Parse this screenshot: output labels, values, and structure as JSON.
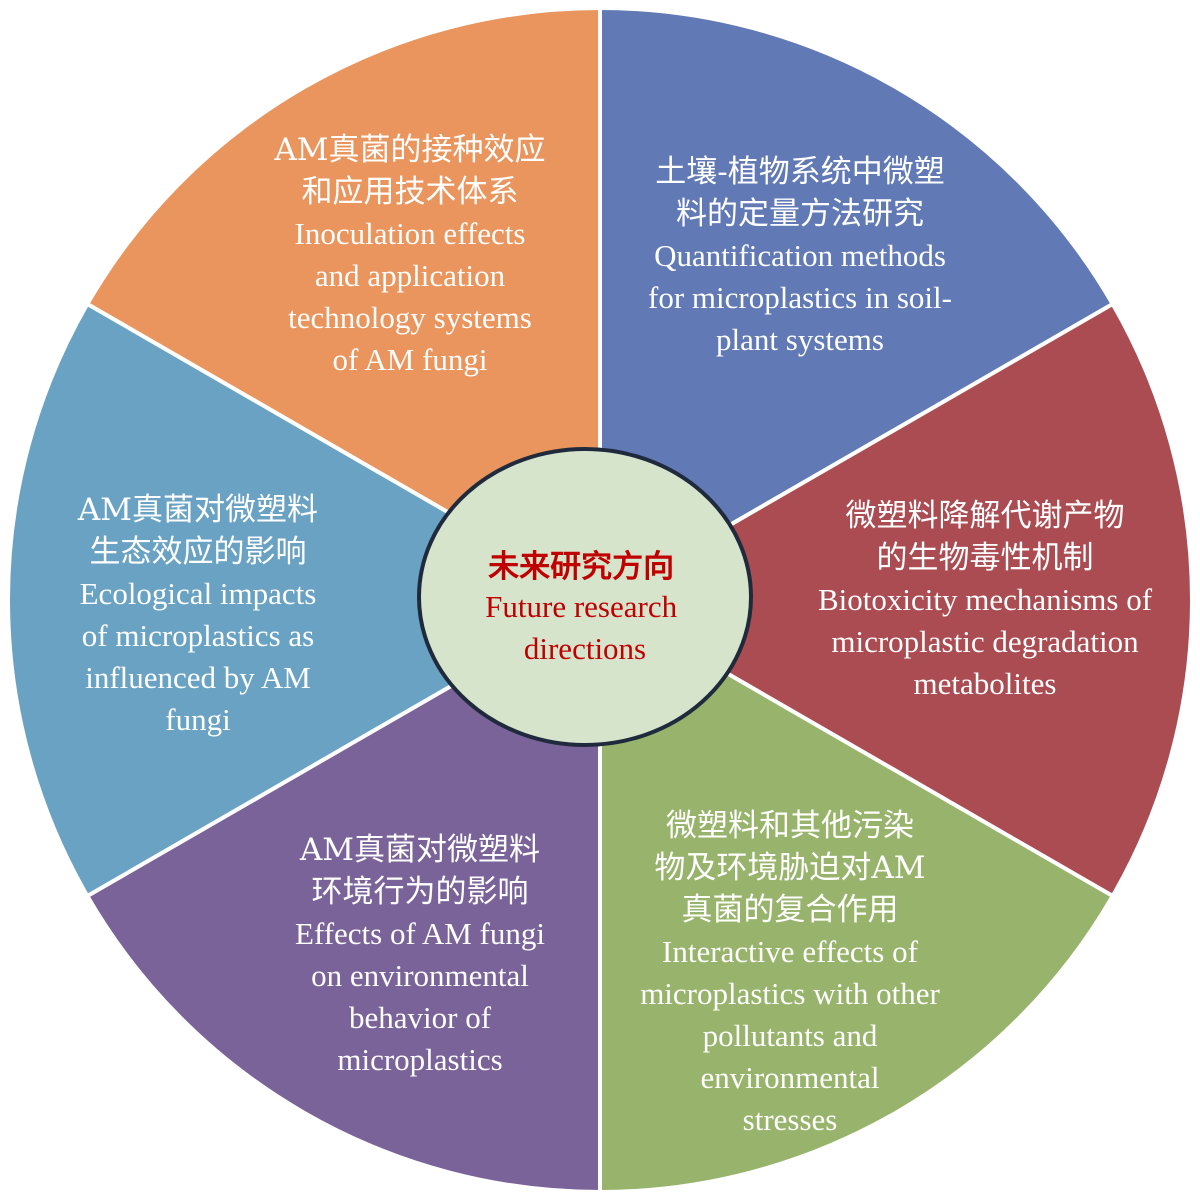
{
  "center": {
    "lines": [
      "未来研究方向",
      "Future research",
      "directions"
    ],
    "fill": "#d7e4cc",
    "border": "#1f2b3d",
    "text_color": "#c00000"
  },
  "segments": [
    {
      "id": "inoculation",
      "color": "#e9955d",
      "lines": [
        "AM真菌的接种效应",
        "和应用技术体系",
        "Inoculation effects",
        "and application",
        "technology systems",
        "of AM fungi"
      ]
    },
    {
      "id": "quantification",
      "color": "#6179b4",
      "lines": [
        "土壤-植物系统中微塑",
        "料的定量方法研究",
        "Quantification methods",
        "for microplastics in soil-",
        "plant systems"
      ]
    },
    {
      "id": "biotoxicity",
      "color": "#aa4c52",
      "lines": [
        "微塑料降解代谢产物",
        "的生物毒性机制",
        "Biotoxicity mechanisms of",
        "microplastic degradation",
        "metabolites"
      ]
    },
    {
      "id": "interactive",
      "color": "#98b46c",
      "lines": [
        "微塑料和其他污染",
        "物及环境胁迫对AM",
        "真菌的复合作用",
        "Interactive effects of",
        "microplastics with other",
        "pollutants and",
        "environmental",
        "stresses"
      ]
    },
    {
      "id": "environmental-behavior",
      "color": "#7a6399",
      "lines": [
        "AM真菌对微塑料",
        "环境行为的影响",
        "Effects of AM fungi",
        "on environmental",
        "behavior of",
        "microplastics"
      ]
    },
    {
      "id": "ecological-impacts",
      "color": "#6aa2c3",
      "lines": [
        "AM真菌对微塑料",
        "生态效应的影响",
        "Ecological impacts",
        "of microplastics as",
        "influenced by AM",
        "fungi"
      ]
    }
  ]
}
